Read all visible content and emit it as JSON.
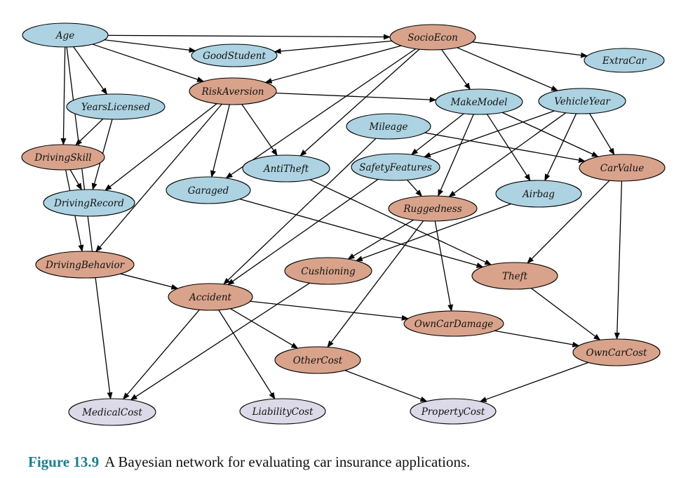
{
  "colors": {
    "blue": "#add3e2",
    "orange": "#d9a38b",
    "purple": "#dcd9e8",
    "caption_accent": "#1a7f8e"
  },
  "nodes": [
    {
      "id": "Age",
      "label": "Age",
      "fill": "blue"
    },
    {
      "id": "SocioEcon",
      "label": "SocioEcon",
      "fill": "orange"
    },
    {
      "id": "GoodStudent",
      "label": "GoodStudent",
      "fill": "blue"
    },
    {
      "id": "ExtraCar",
      "label": "ExtraCar",
      "fill": "blue"
    },
    {
      "id": "RiskAversion",
      "label": "RiskAversion",
      "fill": "orange"
    },
    {
      "id": "YearsLicensed",
      "label": "YearsLicensed",
      "fill": "blue"
    },
    {
      "id": "MakeModel",
      "label": "MakeModel",
      "fill": "blue"
    },
    {
      "id": "VehicleYear",
      "label": "VehicleYear",
      "fill": "blue"
    },
    {
      "id": "Mileage",
      "label": "Mileage",
      "fill": "blue"
    },
    {
      "id": "DrivingSkill",
      "label": "DrivingSkill",
      "fill": "orange"
    },
    {
      "id": "AntiTheft",
      "label": "AntiTheft",
      "fill": "blue"
    },
    {
      "id": "SafetyFeatures",
      "label": "SafetyFeatures",
      "fill": "blue"
    },
    {
      "id": "CarValue",
      "label": "CarValue",
      "fill": "orange"
    },
    {
      "id": "Garaged",
      "label": "Garaged",
      "fill": "blue"
    },
    {
      "id": "Airbag",
      "label": "Airbag",
      "fill": "blue"
    },
    {
      "id": "DrivingRecord",
      "label": "DrivingRecord",
      "fill": "blue"
    },
    {
      "id": "Ruggedness",
      "label": "Ruggedness",
      "fill": "orange"
    },
    {
      "id": "DrivingBehavior",
      "label": "DrivingBehavior",
      "fill": "orange"
    },
    {
      "id": "Cushioning",
      "label": "Cushioning",
      "fill": "orange"
    },
    {
      "id": "Theft",
      "label": "Theft",
      "fill": "orange"
    },
    {
      "id": "Accident",
      "label": "Accident",
      "fill": "orange"
    },
    {
      "id": "OwnCarDamage",
      "label": "OwnCarDamage",
      "fill": "orange"
    },
    {
      "id": "OwnCarCost",
      "label": "OwnCarCost",
      "fill": "orange"
    },
    {
      "id": "OtherCost",
      "label": "OtherCost",
      "fill": "orange"
    },
    {
      "id": "MedicalCost",
      "label": "MedicalCost",
      "fill": "purple"
    },
    {
      "id": "LiabilityCost",
      "label": "LiabilityCost",
      "fill": "purple"
    },
    {
      "id": "PropertyCost",
      "label": "PropertyCost",
      "fill": "purple"
    }
  ],
  "edges": [
    [
      "Age",
      "SocioEcon"
    ],
    [
      "Age",
      "GoodStudent"
    ],
    [
      "Age",
      "RiskAversion"
    ],
    [
      "Age",
      "YearsLicensed"
    ],
    [
      "Age",
      "DrivingSkill"
    ],
    [
      "Age",
      "MedicalCost"
    ],
    [
      "SocioEcon",
      "GoodStudent"
    ],
    [
      "SocioEcon",
      "ExtraCar"
    ],
    [
      "SocioEcon",
      "RiskAversion"
    ],
    [
      "SocioEcon",
      "MakeModel"
    ],
    [
      "SocioEcon",
      "VehicleYear"
    ],
    [
      "SocioEcon",
      "AntiTheft"
    ],
    [
      "SocioEcon",
      "Garaged"
    ],
    [
      "RiskAversion",
      "MakeModel"
    ],
    [
      "RiskAversion",
      "AntiTheft"
    ],
    [
      "RiskAversion",
      "Garaged"
    ],
    [
      "RiskAversion",
      "DrivingRecord"
    ],
    [
      "RiskAversion",
      "DrivingBehavior"
    ],
    [
      "YearsLicensed",
      "DrivingSkill"
    ],
    [
      "YearsLicensed",
      "DrivingRecord"
    ],
    [
      "DrivingSkill",
      "DrivingRecord"
    ],
    [
      "DrivingSkill",
      "DrivingBehavior"
    ],
    [
      "MakeModel",
      "SafetyFeatures"
    ],
    [
      "MakeModel",
      "Ruggedness"
    ],
    [
      "MakeModel",
      "Airbag"
    ],
    [
      "MakeModel",
      "CarValue"
    ],
    [
      "VehicleYear",
      "SafetyFeatures"
    ],
    [
      "VehicleYear",
      "Ruggedness"
    ],
    [
      "VehicleYear",
      "Airbag"
    ],
    [
      "VehicleYear",
      "CarValue"
    ],
    [
      "Mileage",
      "CarValue"
    ],
    [
      "Mileage",
      "Accident"
    ],
    [
      "SafetyFeatures",
      "Ruggedness"
    ],
    [
      "SafetyFeatures",
      "Accident"
    ],
    [
      "AntiTheft",
      "Theft"
    ],
    [
      "Garaged",
      "Theft"
    ],
    [
      "CarValue",
      "Theft"
    ],
    [
      "CarValue",
      "OwnCarCost"
    ],
    [
      "Airbag",
      "Cushioning"
    ],
    [
      "Ruggedness",
      "Cushioning"
    ],
    [
      "Ruggedness",
      "OwnCarDamage"
    ],
    [
      "Ruggedness",
      "OtherCost"
    ],
    [
      "DrivingBehavior",
      "Accident"
    ],
    [
      "Accident",
      "OwnCarDamage"
    ],
    [
      "Accident",
      "OtherCost"
    ],
    [
      "Accident",
      "MedicalCost"
    ],
    [
      "Accident",
      "LiabilityCost"
    ],
    [
      "Cushioning",
      "MedicalCost"
    ],
    [
      "Theft",
      "OwnCarCost"
    ],
    [
      "OwnCarDamage",
      "OwnCarCost"
    ],
    [
      "OwnCarCost",
      "PropertyCost"
    ],
    [
      "OtherCost",
      "PropertyCost"
    ]
  ],
  "caption": {
    "number": "Figure 13.9",
    "text": "A Bayesian network for evaluating car insurance applications."
  }
}
